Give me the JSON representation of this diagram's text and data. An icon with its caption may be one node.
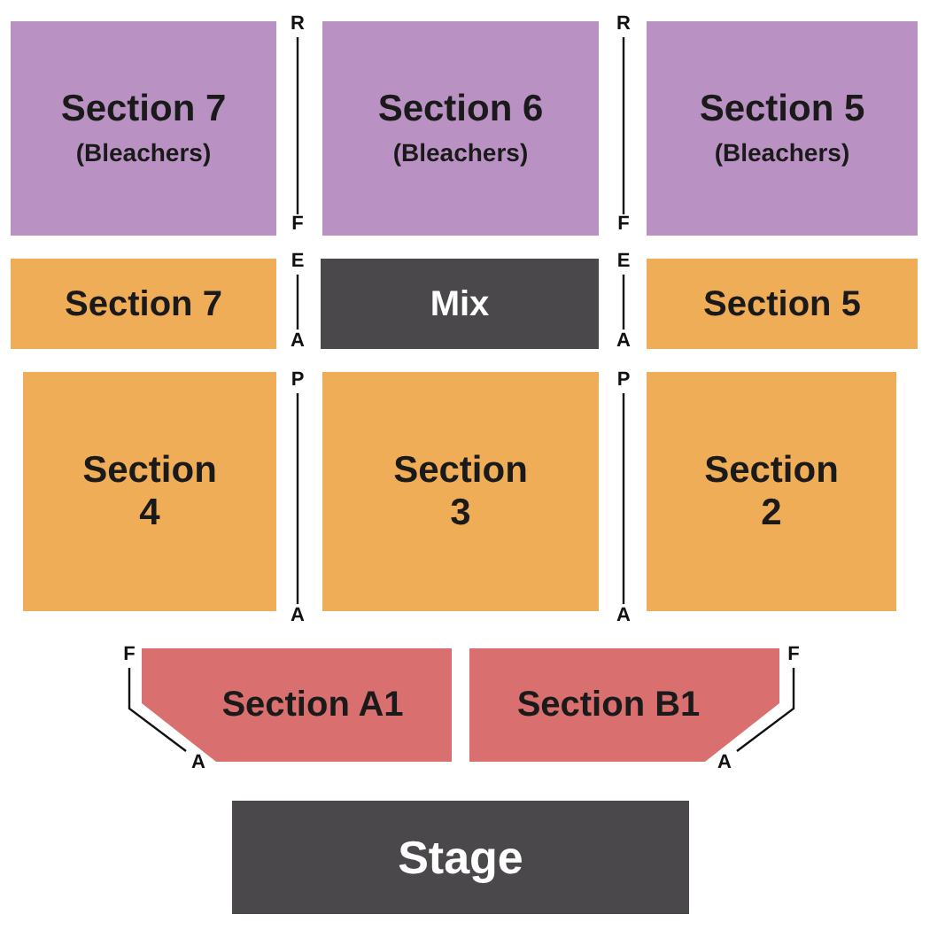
{
  "diagram": {
    "nodes": [
      {
        "text": [
          "Section 7",
          "(Bleachers)"
        ]
      },
      {
        "text": [
          "Section 6",
          "(Bleachers)"
        ]
      },
      {
        "text": [
          "Section 5",
          "(Bleachers)"
        ]
      },
      {
        "text": [
          "Section 7"
        ]
      },
      {
        "text": [
          "Mix"
        ]
      },
      {
        "text": [
          "Section 5"
        ]
      },
      {
        "text": [
          "Section 4"
        ]
      },
      {
        "text": [
          "Section 3"
        ]
      },
      {
        "text": [
          "Section 2"
        ]
      },
      {
        "text": [
          "Section A1"
        ]
      },
      {
        "text": [
          "Section B1"
        ]
      },
      {
        "text": [
          "Stage"
        ]
      }
    ],
    "labels": [
      "R",
      "R",
      "F",
      "F",
      "E",
      "E",
      "A",
      "A",
      "P",
      "P",
      "A",
      "A",
      "F",
      "F",
      "A",
      "A"
    ]
  }
}
